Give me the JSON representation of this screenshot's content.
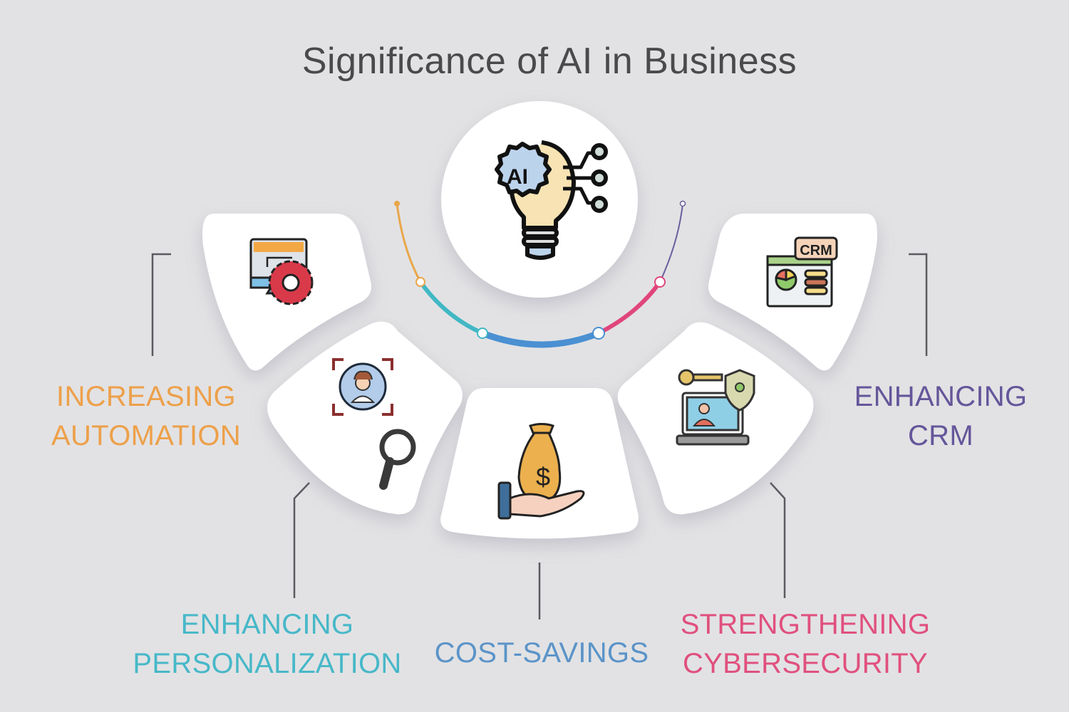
{
  "title": "Significance of AI in Business",
  "center": {
    "icon": "ai-lightbulb-icon",
    "icon_text": "AI"
  },
  "colors": {
    "background": "#e2e2e4",
    "arc_segments": [
      "#e9a64a",
      "#41b8c4",
      "#4a90d2",
      "#e0457b",
      "#6a5e9e"
    ]
  },
  "items": [
    {
      "id": "increasing-automation",
      "lines": [
        "INCREASING",
        "AUTOMATION"
      ],
      "color": "#eda04a",
      "icon": "monitor-gear-icon",
      "icon_text": ""
    },
    {
      "id": "enhancing-personalization",
      "lines": [
        "ENHANCING",
        "PERSONALIZATION"
      ],
      "color": "#47b8c8",
      "icon": "user-target-search-icon",
      "icon_text": ""
    },
    {
      "id": "cost-savings",
      "lines": [
        "COST-SAVINGS"
      ],
      "color": "#5b94c8",
      "icon": "money-bag-hand-icon",
      "icon_text": "$"
    },
    {
      "id": "strengthening-cybersecurity",
      "lines": [
        "STRENGTHENING",
        "CYBERSECURITY"
      ],
      "color": "#e0507e",
      "icon": "laptop-key-shield-icon",
      "icon_text": ""
    },
    {
      "id": "enhancing-crm",
      "lines": [
        "ENHANCING",
        "CRM"
      ],
      "color": "#65569a",
      "icon": "crm-dashboard-icon",
      "icon_text": "CRM"
    }
  ]
}
